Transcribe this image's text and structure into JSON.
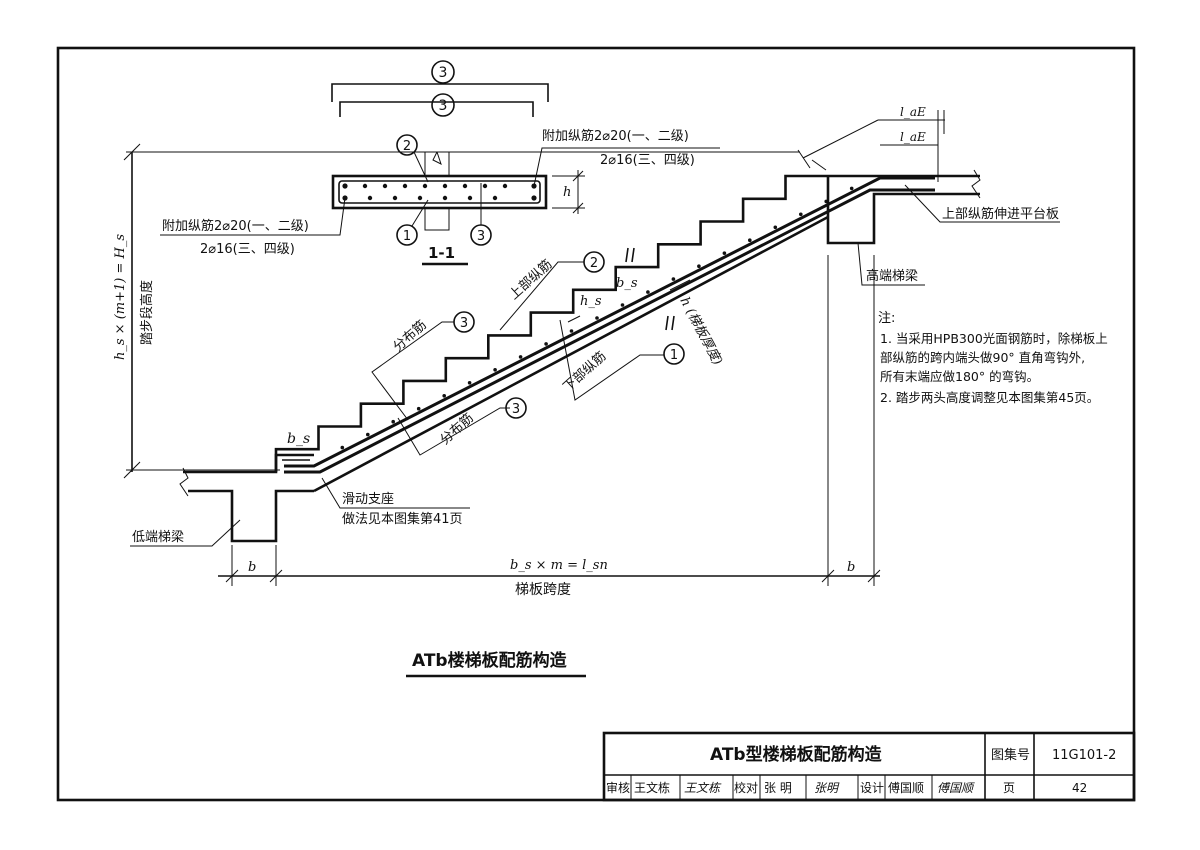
{
  "section": {
    "title": "1-1",
    "add_top_line1": "附加纵筋2⌀20(一、二级)",
    "add_top_line2": "2⌀16(三、四级)",
    "add_bot_line1": "附加纵筋2⌀20(一、二级)",
    "add_bot_line2": "2⌀16(三、四级)",
    "h_label": "h",
    "mark1": "1",
    "mark2": "2",
    "mark3": "3",
    "mark3b": "3",
    "mark1b": "3"
  },
  "elevation": {
    "height_formula": "h_s × (m+1) = H_s",
    "height_label": "踏步段高度",
    "bs_label": "b_s",
    "hs_label": "h_s",
    "la_e1": "l_aE",
    "la_e2": "l_aE",
    "upper_bar": "上部纵筋",
    "lower_bar": "下部纵筋",
    "dist_bar_upper": "分布筋",
    "dist_bar_lower": "分布筋",
    "slab_thickness": "h (梯板厚度)",
    "upper_into_platform": "上部纵筋伸进平台板",
    "high_beam": "高端梯梁",
    "low_beam": "低端梯梁",
    "slide_support_line1": "滑动支座",
    "slide_support_line2": "做法见本图集第41页",
    "dim_b_left": "b",
    "dim_span_formula": "b_s × m = l_sn",
    "dim_span_label": "梯板跨度",
    "dim_b_right": "b",
    "mark_upper": "2",
    "mark_lower": "1",
    "mark_dist_upper": "3",
    "mark_dist_lower": "3"
  },
  "notes": {
    "heading": "注:",
    "items": [
      "1.  当采用HPB300光面钢筋时，除梯板上",
      "     部纵筋的跨内端头做90° 直角弯钩外,",
      "     所有末端应做180° 的弯钩。",
      "2.  踏步两头高度调整见本图集第45页。"
    ]
  },
  "caption": "ATb楼梯板配筋构造",
  "title_block": {
    "title": "ATb型楼梯板配筋构造",
    "atlas_label": "图集号",
    "atlas_no": "11G101-2",
    "review_label": "审核",
    "reviewer": "王文栋",
    "review_sign": "王文栋",
    "check_label": "校对",
    "checker": "张  明",
    "check_sign": "张明",
    "design_label": "设计",
    "designer": "傅国顺",
    "design_sign": "傅国顺",
    "page_label": "页",
    "page_no": "42"
  }
}
